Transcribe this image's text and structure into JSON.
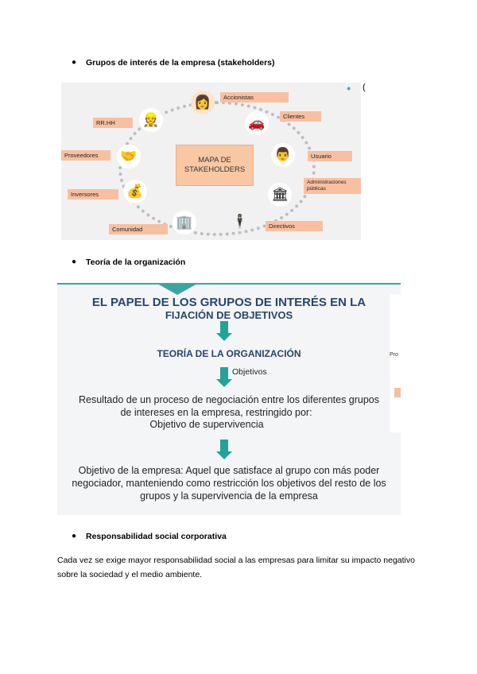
{
  "sections": {
    "stakeholders_heading": "Grupos de interés de la empresa (stakeholders)",
    "theory_heading": "Teoría de la organización",
    "csr_heading": "Responsabilidad social corporativa"
  },
  "bullet_glyph": "●",
  "figure1": {
    "center_label": "MAPA DE\nSTAKEHOLDERS",
    "labels": {
      "accionistas": "Accionistas",
      "clientes": "Clientes",
      "usuario": "Usuario",
      "administraciones": "Administraciones públicas",
      "directivos": "Directivos",
      "comunidad": "Comunidad",
      "inversores": "Inversores",
      "proveedores": "Proveedores",
      "rrhh": "RR.HH"
    },
    "icons": {
      "accionistas": "woman-avatar-icon",
      "clientes": "car-icon",
      "usuario": "user-avatar-icon",
      "administraciones": "government-building-icon",
      "directivos": "executives-icon",
      "comunidad": "city-buildings-icon",
      "inversores": "money-hand-icon",
      "proveedores": "handshake-icon",
      "rrhh": "worker-avatar-icon"
    },
    "side_char": "("
  },
  "figure2": {
    "title_line1": "EL PAPEL DE LOS GRUPOS DE INTERÉS EN LA",
    "title_line2": "FIJACIÓN DE OBJETIVOS",
    "subtitle": "TEORÍA DE LA ORGANIZACIÓN",
    "objetivos": "Objetivos",
    "result_line1": "Resultado de un proceso de negociación entre los diferentes grupos",
    "result_line2": "de intereses en la empresa, restringido por:",
    "result_line3": "Objetivo de supervivencia",
    "final_line1": "Objetivo de la empresa: Aquel que satisface al grupo con más poder",
    "final_line2": "negociador, manteniendo como restricción los objetivos del resto de los",
    "final_line3": "grupos y la supervivencia de la empresa",
    "side_stub": "Pro",
    "colors": {
      "accent": "#21a39a",
      "title": "#26456e"
    }
  },
  "paragraph": "Cada vez se exige mayor responsabilidad social a las empresas para limitar su impacto negativo sobre la sociedad y el medio ambiente."
}
